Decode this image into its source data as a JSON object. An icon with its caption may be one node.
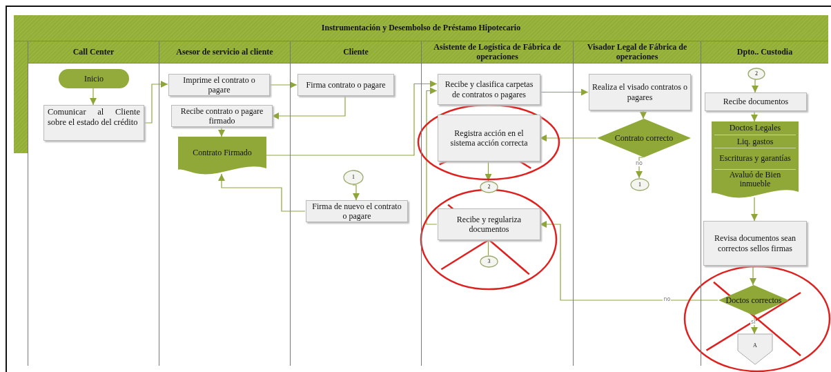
{
  "diagram": {
    "title": "Instrumentación y Desembolso de Préstamo Hipotecario",
    "nodes": [
      {
        "text": [
          "Call Center"
        ]
      },
      {
        "text": [
          "Asesor de servicio al cliente"
        ]
      },
      {
        "text": [
          "Cliente"
        ]
      },
      {
        "text": [
          "Asistente de Logística de Fábrica de operaciones"
        ]
      },
      {
        "text": [
          "Visador Legal de Fábrica de operaciones"
        ]
      },
      {
        "text": [
          "Dpto.. Custodia"
        ]
      },
      {
        "text": [
          "Inicio"
        ],
        "in": 0
      },
      {
        "text": [
          "Comunicar al Cliente sobre el estado del crédito"
        ],
        "in": 0
      },
      {
        "text": [
          "Imprime el contrato o pagare"
        ],
        "in": 1
      },
      {
        "text": [
          "Recibe contrato o pagare firmado"
        ],
        "in": 1
      },
      {
        "text": [
          "Contrato Firmado"
        ],
        "in": 1
      },
      {
        "text": [
          "Firma contrato o pagare"
        ],
        "in": 2
      },
      {
        "text": [
          "1"
        ],
        "in": 2
      },
      {
        "text": [
          "Firma de nuevo el contrato o pagare"
        ],
        "in": 2
      },
      {
        "text": [
          "Recibe y clasifica carpetas de contratos o pagares"
        ],
        "in": 3
      },
      {
        "text": [
          "Registra acción en el sistema acción correcta"
        ],
        "in": 3
      },
      {
        "text": [
          "2"
        ],
        "in": 3
      },
      {
        "text": [
          "Recibe y regulariza documentos"
        ],
        "in": 3
      },
      {
        "text": [
          "3"
        ],
        "in": 3
      },
      {
        "text": [
          "Realiza el visado contratos o pagares"
        ],
        "in": 4
      },
      {
        "text": [
          "Contrato correcto"
        ],
        "in": 4
      },
      {
        "text": [
          "1"
        ],
        "in": 4
      },
      {
        "text": [
          "2"
        ],
        "in": 5
      },
      {
        "text": [
          "Recibe documentos"
        ],
        "in": 5
      },
      {
        "text": [
          "Doctos Legales",
          "Liq. gastos",
          "Escrituras y garantías",
          "Avaluó de Bien inmueble"
        ],
        "in": 5
      },
      {
        "text": [
          "Revisa documentos sean correctos sellos firmas"
        ],
        "in": 5
      },
      {
        "text": [
          "Doctos correctos"
        ],
        "in": 5
      },
      {
        "text": [
          "A"
        ],
        "in": 5
      }
    ],
    "edges": [
      {
        "from": 6,
        "to": 7,
        "arrow": "to"
      },
      {
        "from": 7,
        "to": 8,
        "arrow": "to"
      },
      {
        "from": 8,
        "to": 11,
        "arrow": "to"
      },
      {
        "from": 11,
        "to": 9,
        "arrow": "to"
      },
      {
        "from": 9,
        "to": 10,
        "arrow": "to"
      },
      {
        "from": 10,
        "to": 14,
        "arrow": "to"
      },
      {
        "from": 12,
        "to": 13,
        "arrow": "to"
      },
      {
        "from": 13,
        "to": 10,
        "arrow": "to"
      },
      {
        "from": 14,
        "to": 19,
        "arrow": "to"
      },
      {
        "from": 19,
        "to": 20,
        "arrow": "to"
      },
      {
        "from": 20,
        "to": 15,
        "arrow": "to"
      },
      {
        "from": 15,
        "to": 16,
        "arrow": "to"
      },
      {
        "from": 20,
        "to": 21,
        "arrow": "to",
        "label": "no"
      },
      {
        "from": 17,
        "to": 18,
        "arrow": "none"
      },
      {
        "from": 17,
        "to": 14,
        "arrow": "to"
      },
      {
        "from": 22,
        "to": 23,
        "arrow": "to"
      },
      {
        "from": 23,
        "to": 24,
        "arrow": "to"
      },
      {
        "from": 24,
        "to": 25,
        "arrow": "to"
      },
      {
        "from": 25,
        "to": 26,
        "arrow": "to"
      },
      {
        "from": 26,
        "to": 17,
        "arrow": "to",
        "label": "no"
      },
      {
        "from": 26,
        "to": 27,
        "arrow": "to",
        "label": "si"
      }
    ]
  }
}
